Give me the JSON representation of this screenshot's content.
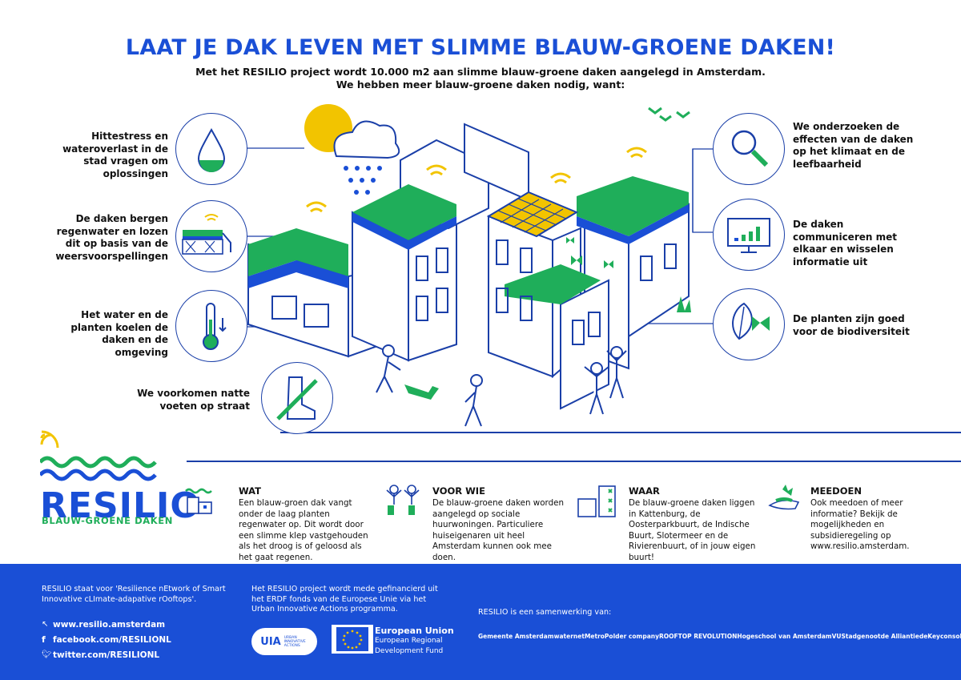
{
  "header": {
    "title": "LAAT JE DAK LEVEN MET SLIMME BLAUW-GROENE DAKEN!",
    "subtitle_line1": "Met het RESILIO project wordt 10.000 m2 aan slimme blauw-groene daken aangelegd in Amsterdam.",
    "subtitle_line2": "We hebben meer blauw-groene daken nodig, want:"
  },
  "left_points": [
    {
      "text": "Hittestress en wateroverlast in de stad vragen om oplossingen",
      "icon": "water-drop-icon"
    },
    {
      "text": "De daken bergen regenwater en lozen dit op basis van de weersvoorspellingen",
      "icon": "roof-storage-icon"
    },
    {
      "text": "Het water en de planten koelen de daken en de omgeving",
      "icon": "thermometer-icon"
    },
    {
      "text": "We voorkomen natte voeten op straat",
      "icon": "boot-icon"
    }
  ],
  "right_points": [
    {
      "text": "We onderzoeken de effecten van de daken op het klimaat en de leefbaarheid",
      "icon": "magnifier-icon"
    },
    {
      "text": "De daken communiceren met elkaar en wisselen informatie uit",
      "icon": "monitor-chart-icon"
    },
    {
      "text": "De planten zijn goed voor de biodiversiteit",
      "icon": "leaf-butterfly-icon"
    }
  ],
  "logo": {
    "name": "RESILIO",
    "tagline": "BLAUW-GROENE DAKEN"
  },
  "info": [
    {
      "title": "WAT",
      "body": "Een blauw-groen dak vangt onder de laag planten regenwater op. Dit wordt door een slimme klep vastgehouden als het droog is of geloosd als het gaat regenen."
    },
    {
      "title": "VOOR WIE",
      "body": "De blauw-groene daken worden aangelegd op sociale huurwoningen. Particuliere huiseigenaren uit heel Amsterdam kunnen ook mee doen."
    },
    {
      "title": "WAAR",
      "body": "De blauw-groene daken liggen in Kattenburg, de Oosterparkbuurt, de Indische Buurt, Slotermeer en de Rivierenbuurt, of in jouw eigen buurt!"
    },
    {
      "title": "MEEDOEN",
      "body": "Ook meedoen of meer informatie? Bekijk de mogelijkheden en subsidieregeling op www.resilio.amsterdam."
    }
  ],
  "footer": {
    "about": "RESILIO staat voor 'Resilience nEtwork of Smart Innovative cLImate-adapative rOoftops'.",
    "links": [
      {
        "icon": "cursor-icon",
        "text": "www.resilio.amsterdam"
      },
      {
        "icon": "facebook-icon",
        "text": "facebook.com/RESILIONL"
      },
      {
        "icon": "twitter-icon",
        "text": "twitter.com/RESILIONL"
      }
    ],
    "funding": "Het RESILIO project wordt mede gefinancierd uit het ERDF fonds van de Europese Unie via het Urban Innovative Actions programma.",
    "uia": "UIA",
    "uia_sub": "URBAN INNOVATIVE ACTIONS",
    "eu_title": "European Union",
    "eu_sub1": "European Regional",
    "eu_sub2": "Development Fund",
    "partners_label": "RESILIO is een samenwerking van:",
    "partners": [
      "Gemeente Amsterdam",
      "waternet",
      "MetroPolder company",
      "ROOFTOP REVOLUTION",
      "Hogeschool van Amsterdam",
      "VU",
      "Stadgenoot",
      "de Alliantie",
      "deKey",
      "consolidated"
    ]
  },
  "colors": {
    "blue": "#1a4fd6",
    "green": "#1fae5a",
    "yellow": "#f2c400",
    "line": "#1a3fa8"
  }
}
